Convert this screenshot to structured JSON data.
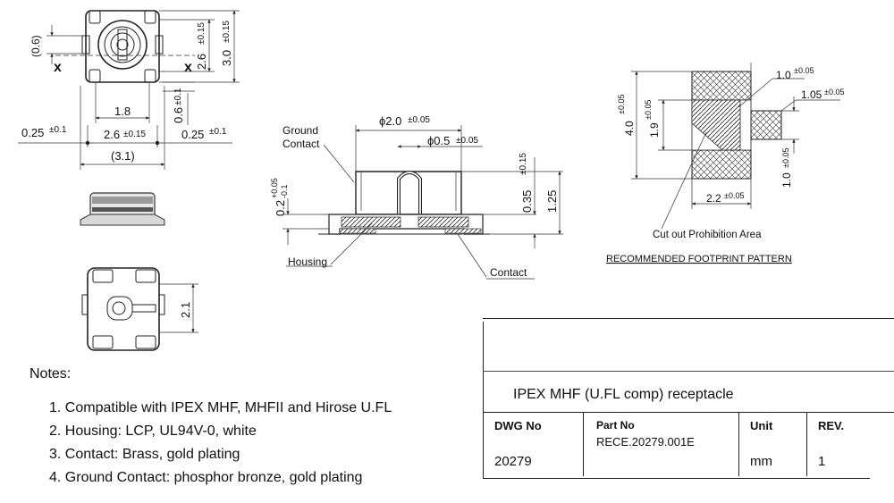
{
  "top_view": {
    "x_mark_left": "x",
    "x_mark_right": "x",
    "dim_0_6": "(0.6)",
    "dim_3_0": "3.0",
    "dim_3_0_tol": "±0.15",
    "dim_2_6_v": "2.6",
    "dim_2_6_v_tol": "±0.15",
    "dim_0_6_b": "0.6",
    "dim_0_6_b_tol": "±0.1",
    "dim_1_8": "1.8",
    "dim_025_l": "0.25",
    "dim_025_l_tol": "±0.1",
    "dim_2_6_h": "2.6",
    "dim_2_6_h_tol": "±0.15",
    "dim_025_r": "0.25",
    "dim_025_r_tol": "±0.1",
    "dim_3_1": "(3.1)"
  },
  "bottom_view": {
    "dim_2_1": "2.1"
  },
  "section_view": {
    "ground_contact_1": "Ground",
    "ground_contact_2": "Contact",
    "dia_2_0": "ϕ2.0",
    "dia_2_0_tol": "±0.05",
    "dia_0_5": "ϕ0.5",
    "dia_0_5_tol": "±0.05",
    "dim_0_2": "0.2",
    "dim_0_2_tol_up": "+0.05",
    "dim_0_2_tol_dn": "-0.1",
    "dim_0_35": "0.35",
    "dim_0_35_tol": "±0.15",
    "dim_1_25": "1.25",
    "label_housing": "Housing",
    "label_contact": "Contact"
  },
  "footprint": {
    "dim_1_0_top": "1.0",
    "dim_1_0_top_tol": "±0.05",
    "dim_1_05": "1.05",
    "dim_1_05_tol": "±0.05",
    "dim_4_0": "4.0",
    "dim_4_0_tol": "±0.05",
    "dim_1_9": "1.9",
    "dim_1_9_tol": "±0.05",
    "dim_1_0_right": "1.0",
    "dim_1_0_right_tol": "±0.05",
    "dim_2_2": "2.2",
    "dim_2_2_tol": "±0.05",
    "cutout_label": "Cut out Prohibition Area",
    "title": "RECOMMENDED FOOTPRINT PATTERN"
  },
  "notes": {
    "title": "Notes:",
    "items": [
      "1.  Compatible with IPEX MHF, MHFII and Hirose U.FL",
      "2.  Housing: LCP, UL94V-0, white",
      "3.  Contact: Brass, gold plating",
      "4.  Ground Contact: phosphor bronze, gold plating"
    ]
  },
  "title_block": {
    "description": "IPEX MHF  (U.FL comp) receptacle",
    "dwg_no_label": "DWG No",
    "dwg_no_value": "20279",
    "part_no_label": "Part No",
    "part_no_value": "RECE.20279.001E",
    "unit_label": "Unit",
    "unit_value": "mm",
    "rev_label": "REV.",
    "rev_value": "1"
  }
}
